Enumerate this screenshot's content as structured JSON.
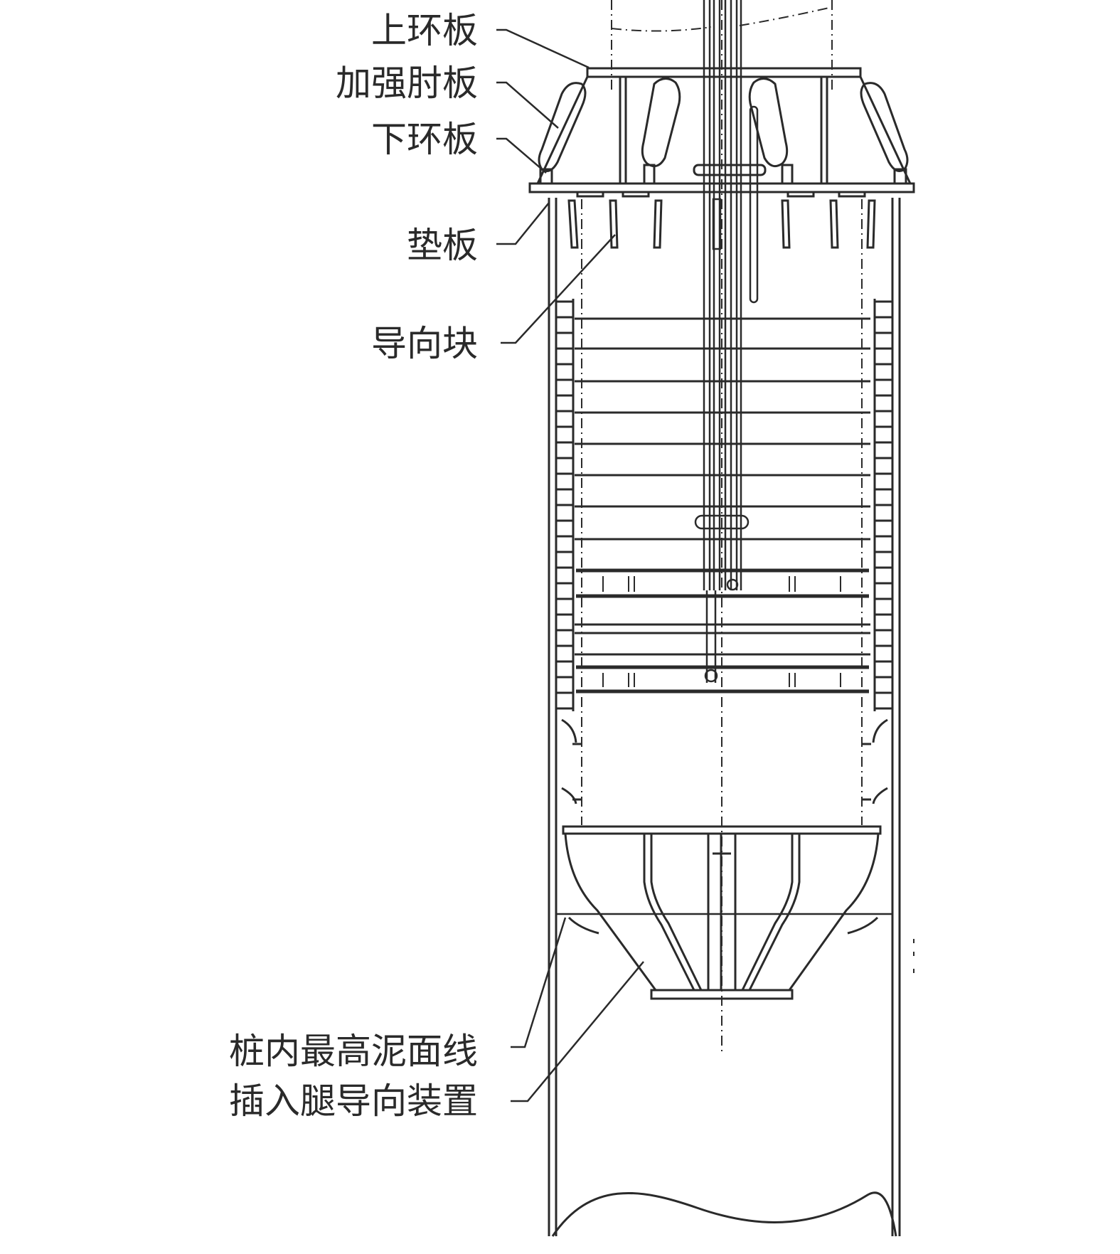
{
  "labels": {
    "upper_ring_plate": "上环板",
    "reinforcing_rib_plate": "加强肘板",
    "lower_ring_plate": "下环板",
    "pad_plate": "垫板",
    "guide_block": "导向块",
    "max_mud_line_in_pile": "桩内最高泥面线",
    "leg_guide_device": "插入腿导向装置"
  },
  "colors": {
    "line": "#2a2a2a",
    "background": "#ffffff"
  }
}
